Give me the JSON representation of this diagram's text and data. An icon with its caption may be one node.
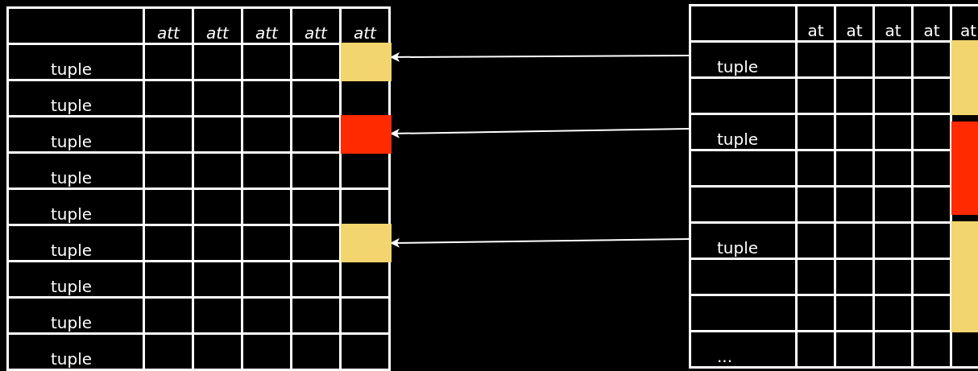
{
  "diagram": {
    "nodes": [
      {
        "text": [
          "att",
          "att",
          "att",
          "att",
          "att",
          "tuple",
          "tuple",
          "tuple",
          "tuple",
          "tuple",
          "tuple",
          "tuple",
          "tuple",
          "tuple"
        ]
      },
      {
        "text": [
          "at",
          "at",
          "at",
          "at",
          "at",
          "tuple",
          "tuple",
          "tuple",
          "..."
        ]
      }
    ],
    "edges": [
      {
        "from": 1,
        "to": 0,
        "arrow": "to"
      },
      {
        "from": 1,
        "to": 0,
        "arrow": "to"
      },
      {
        "from": 1,
        "to": 0,
        "arrow": "to"
      }
    ]
  }
}
